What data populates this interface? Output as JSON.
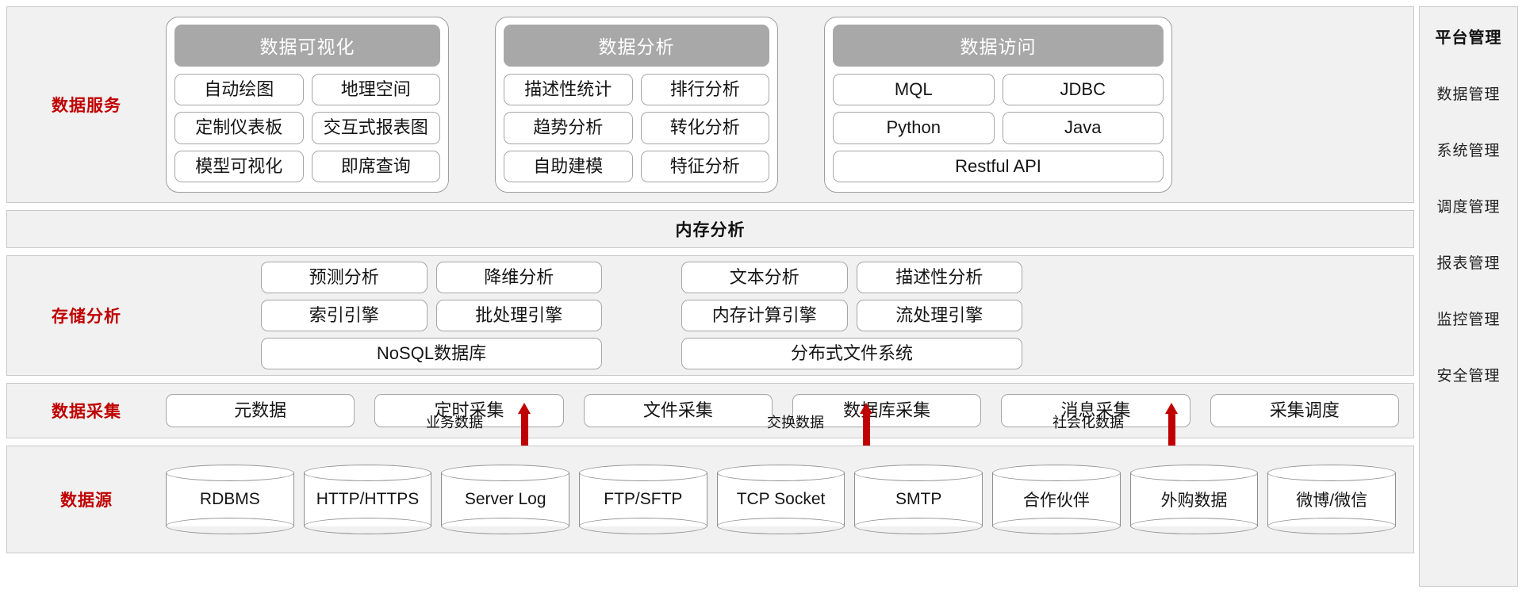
{
  "layers": {
    "data_service": {
      "label": "数据服务",
      "groups": [
        {
          "title": "数据可视化",
          "rows": [
            [
              "自动绘图",
              "地理空间"
            ],
            [
              "定制仪表板",
              "交互式报表图"
            ],
            [
              "模型可视化",
              "即席查询"
            ]
          ]
        },
        {
          "title": "数据分析",
          "rows": [
            [
              "描述性统计",
              "排行分析"
            ],
            [
              "趋势分析",
              "转化分析"
            ],
            [
              "自助建模",
              "特征分析"
            ]
          ]
        },
        {
          "title": "数据访问",
          "rows": [
            [
              "MQL",
              "JDBC"
            ],
            [
              "Python",
              "Java"
            ],
            [
              "Restful API"
            ]
          ]
        }
      ]
    },
    "memory_analysis": {
      "title": "内存分析"
    },
    "storage_analysis": {
      "label": "存储分析",
      "columns": [
        {
          "rows": [
            [
              "预测分析",
              "降维分析"
            ],
            [
              "索引引擎",
              "批处理引擎"
            ],
            [
              "NoSQL数据库"
            ]
          ]
        },
        {
          "rows": [
            [
              "文本分析",
              "描述性分析"
            ],
            [
              "内存计算引擎",
              "流处理引擎"
            ],
            [
              "分布式文件系统"
            ]
          ]
        }
      ]
    },
    "data_collection": {
      "label": "数据采集",
      "items": [
        "元数据",
        "定时采集",
        "文件采集",
        "数据库采集",
        "消息采集",
        "采集调度"
      ]
    },
    "flows": [
      {
        "label": "业务数据"
      },
      {
        "label": "交换数据"
      },
      {
        "label": "社会化数据"
      }
    ],
    "data_source": {
      "label": "数据源",
      "items": [
        "RDBMS",
        "HTTP/HTTPS",
        "Server Log",
        "FTP/SFTP",
        "TCP Socket",
        "SMTP",
        "合作伙伴",
        "外购数据",
        "微博/微信"
      ]
    }
  },
  "sidebar": {
    "title": "平台管理",
    "items": [
      "数据管理",
      "系统管理",
      "调度管理",
      "报表管理",
      "监控管理",
      "安全管理"
    ]
  },
  "colors": {
    "label_red": "#c00000",
    "band_bg": "#f1f1f1",
    "band_border": "#c8c8c8",
    "group_header": "#a8a8a8",
    "arrow_red": "#c00000"
  }
}
